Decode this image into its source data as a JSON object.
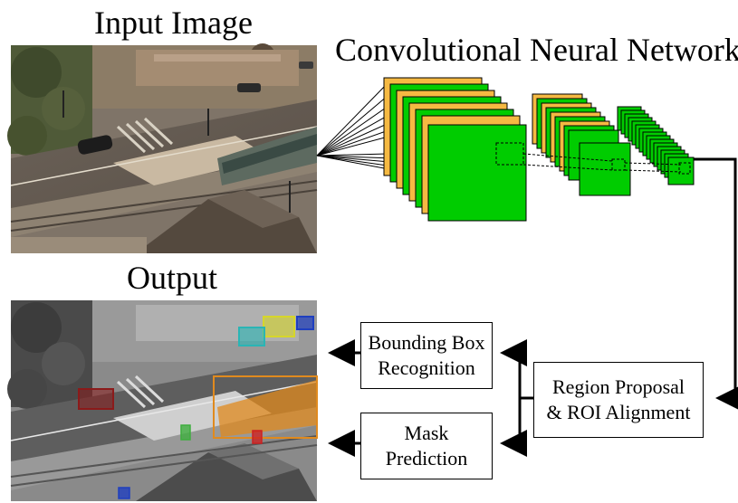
{
  "titles": {
    "input": "Input Image",
    "cnn": "Convolutional Neural Network",
    "output": "Output"
  },
  "boxes": {
    "bbox_line1": "Bounding Box",
    "bbox_line2": "Recognition",
    "mask_line1": "Mask",
    "mask_line2": "Prediction",
    "region_line1": "Region Proposal",
    "region_line2": "& ROI Alignment"
  },
  "colors": {
    "feature_map_fill": "#00cc00",
    "feature_map_back": "#f5b942",
    "output_box_brown": "#8b1a1a",
    "output_box_orange": "#e08a1e",
    "output_box_yellow": "#d6d62a",
    "output_box_cyan": "#2ab5b5",
    "output_box_blue": "#1f3fbf",
    "output_box_green": "#3fae3f",
    "output_box_red": "#cc2222"
  }
}
